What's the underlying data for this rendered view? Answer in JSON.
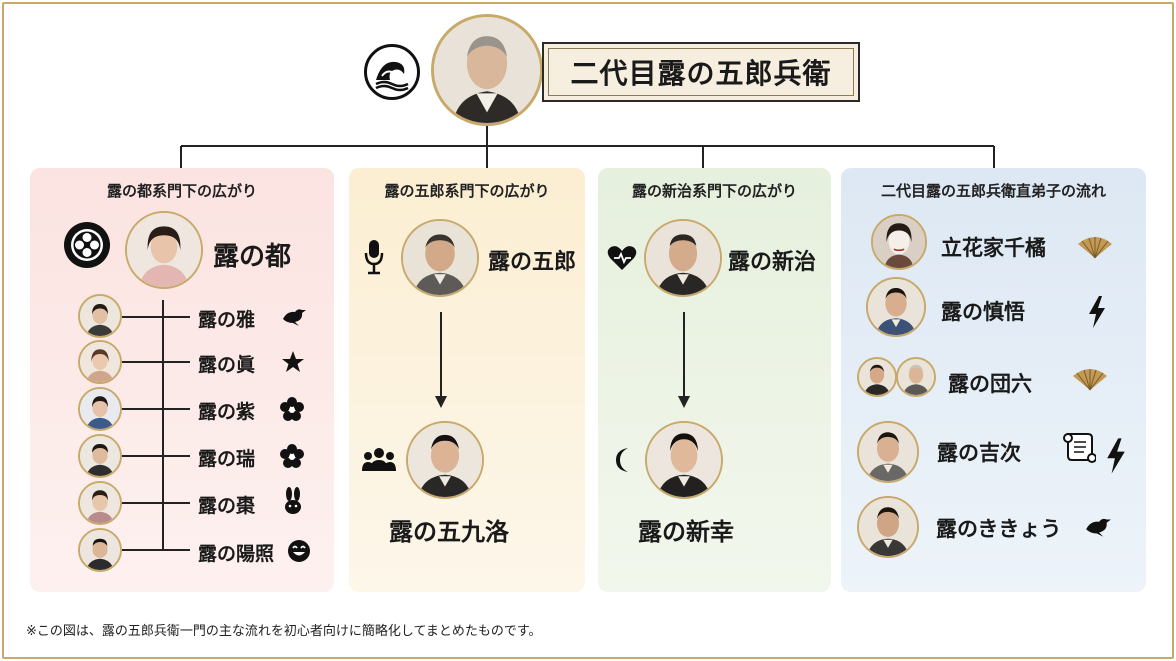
{
  "header": {
    "title": "二代目露の五郎兵衛"
  },
  "columns": [
    {
      "title": "露の都系門下の広がり",
      "leader": "露の都",
      "members": [
        "露の雅",
        "露の眞",
        "露の紫",
        "露の瑞",
        "露の棗",
        "露の陽照"
      ]
    },
    {
      "title": "露の五郎系門下の広がり",
      "leader": "露の五郎",
      "successor": "露の五九洛"
    },
    {
      "title": "露の新治系門下の広がり",
      "leader": "露の新治",
      "successor": "露の新幸"
    },
    {
      "title": "二代目露の五郎兵衛直弟子の流れ",
      "members": [
        "立花家千橘",
        "露の慎悟",
        "露の団六",
        "露の吉次",
        "露のききょう"
      ]
    }
  ],
  "icons": {
    "header_emblem": "wave-crest-icon",
    "miyako_emblem": "flower-crest-icon",
    "miyabi": "bird-icon",
    "makoto": "star-icon",
    "murasaki": "flower-icon",
    "mizuki": "flower-icon",
    "natsume": "rabbit-icon",
    "hinata": "smile-icon",
    "goro": "microphone-icon",
    "gokuraku": "group-icon",
    "shinji": "heart-icon",
    "shinko": "moon-icon",
    "senkitsu": "fan-icon",
    "shingo": "lightning-icon",
    "danroku": "fan-icon",
    "kichiji_1": "scroll-icon",
    "kichiji_2": "lightning-icon",
    "kikyo": "bird-icon"
  },
  "footnote": "※この図は、露の五郎兵衛一門の主な流れを初心者向けに簡略化してまとめたものです。",
  "colors": {
    "gold": "#c8a96a",
    "panel_pink": "#fbe3e1",
    "panel_yellow": "#fbeed2",
    "panel_green": "#e6f0dd",
    "panel_blue": "#dde8f4"
  }
}
